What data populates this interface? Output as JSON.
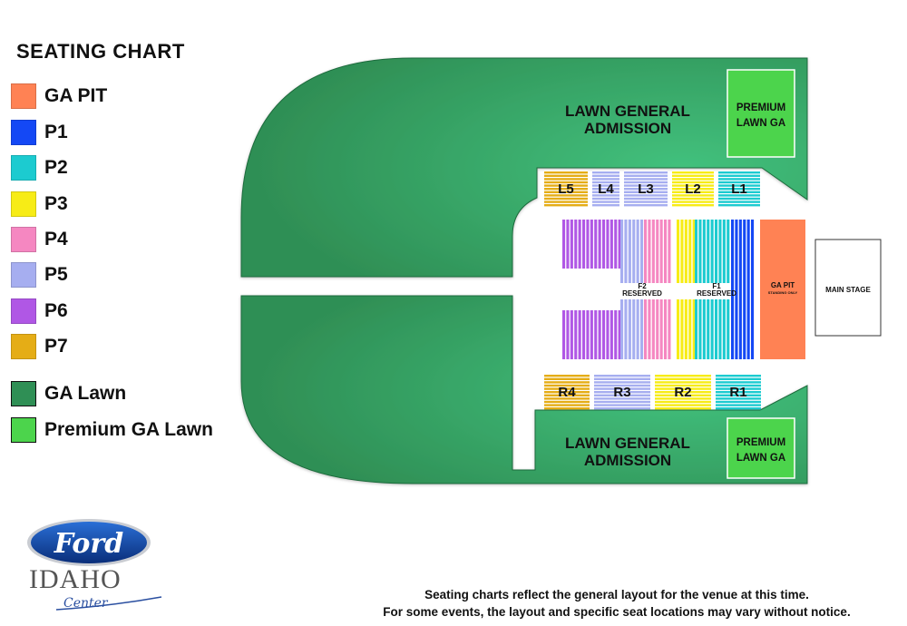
{
  "legend": {
    "title": "SEATING CHART",
    "items": [
      {
        "label": "GA PIT",
        "color": "#ff8254",
        "name": "legend-ga-pit"
      },
      {
        "label": "P1",
        "color": "#1448f5",
        "name": "legend-p1"
      },
      {
        "label": "P2",
        "color": "#1ccbd0",
        "name": "legend-p2"
      },
      {
        "label": "P3",
        "color": "#f7ec16",
        "name": "legend-p3"
      },
      {
        "label": "P4",
        "color": "#f587c1",
        "name": "legend-p4"
      },
      {
        "label": "P5",
        "color": "#a6aef0",
        "name": "legend-p5"
      },
      {
        "label": "P6",
        "color": "#b057e5",
        "name": "legend-p6"
      },
      {
        "label": "P7",
        "color": "#e5ad16",
        "name": "legend-p7"
      },
      {
        "label": "GA Lawn",
        "color": "#2f8f55",
        "name": "legend-ga-lawn"
      },
      {
        "label": "Premium GA Lawn",
        "color": "#4cd44c",
        "name": "legend-premium-ga-lawn"
      }
    ]
  },
  "map": {
    "lawn_top_label_1": "LAWN GENERAL",
    "lawn_top_label_2": "ADMISSION",
    "lawn_bottom_label_1": "LAWN GENERAL",
    "lawn_bottom_label_2": "ADMISSION",
    "premium_top_1": "PREMIUM",
    "premium_top_2": "LAWN GA",
    "premium_bottom_1": "PREMIUM",
    "premium_bottom_2": "LAWN GA",
    "ga_pit": "GA PIT",
    "ga_pit_sub": "STANDING ONLY",
    "stage": "MAIN STAGE",
    "f1_name": "F1",
    "f1_reserved": "RESERVED",
    "f2_name": "F2",
    "f2_reserved": "RESERVED",
    "sections": {
      "L5": "L5",
      "L4": "L4",
      "L3": "L3",
      "L2": "L2",
      "L1": "L1",
      "R4": "R4",
      "R3": "R3",
      "R2": "R2",
      "R1": "R1"
    }
  },
  "colors": {
    "lawn": "#2f8f55",
    "lawn_light": "#42c17d",
    "premium": "#4cd44c",
    "ga_pit": "#ff8254",
    "p1": "#1448f5",
    "p2": "#1ccbd0",
    "p3": "#f7ec16",
    "p4": "#f587c1",
    "p5": "#a6aef0",
    "p6": "#b057e5",
    "p7": "#e5ad16"
  },
  "logo": {
    "brand": "Ford",
    "venue_1": "IDAHO",
    "venue_2": "Center"
  },
  "disclaimer": {
    "line1": "Seating charts reflect the general layout for the venue at this time.",
    "line2": "For some events, the layout and specific seat locations may vary without notice."
  }
}
